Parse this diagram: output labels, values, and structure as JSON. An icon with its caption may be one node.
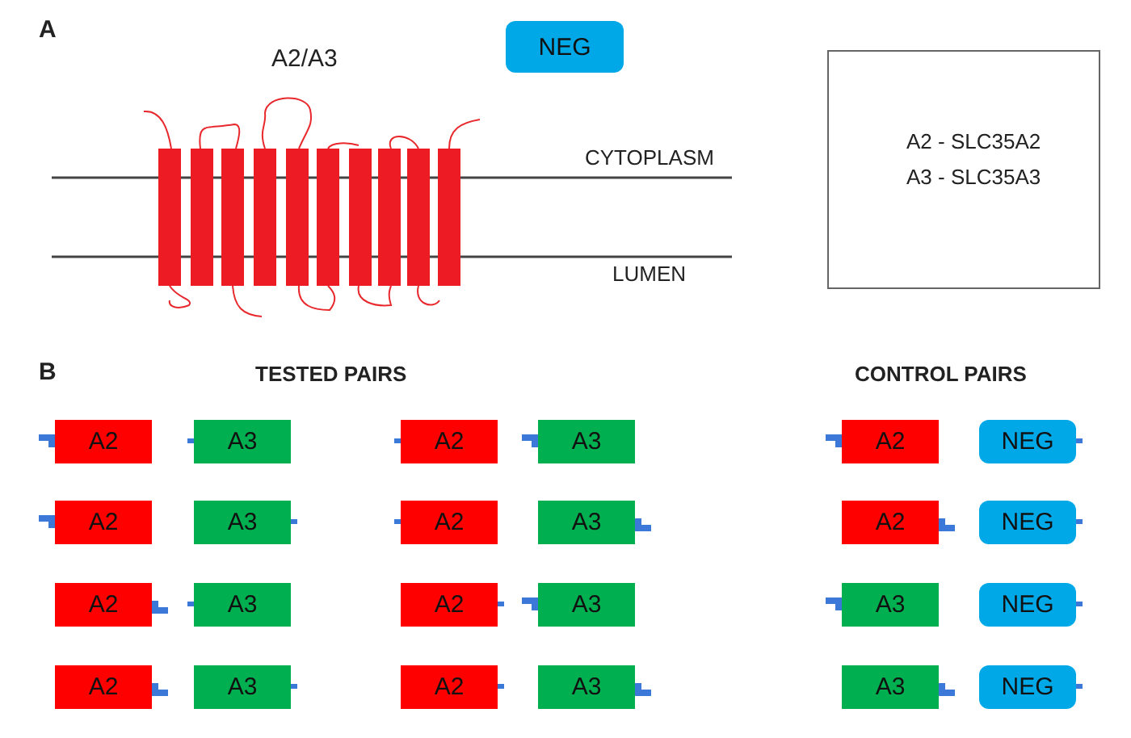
{
  "diagram": {
    "nodes": [
      {
        "text": [
          "NEG"
        ]
      },
      {
        "text": [
          "A2 - SLC35A2",
          "A3 - SLC35A3"
        ]
      },
      {
        "text": [
          "A2"
        ]
      },
      {
        "text": [
          "A3"
        ]
      },
      {
        "text": [
          "A2"
        ]
      },
      {
        "text": [
          "A3"
        ]
      },
      {
        "text": [
          "A2"
        ]
      },
      {
        "text": [
          "NEG"
        ]
      },
      {
        "text": [
          "A2"
        ]
      },
      {
        "text": [
          "A3"
        ]
      },
      {
        "text": [
          "A2"
        ]
      },
      {
        "text": [
          "A3"
        ]
      },
      {
        "text": [
          "A2"
        ]
      },
      {
        "text": [
          "NEG"
        ]
      },
      {
        "text": [
          "A2"
        ]
      },
      {
        "text": [
          "A3"
        ]
      },
      {
        "text": [
          "A2"
        ]
      },
      {
        "text": [
          "A3"
        ]
      },
      {
        "text": [
          "A3"
        ]
      },
      {
        "text": [
          "NEG"
        ]
      },
      {
        "text": [
          "A2"
        ]
      },
      {
        "text": [
          "A3"
        ]
      },
      {
        "text": [
          "A2"
        ]
      },
      {
        "text": [
          "A3"
        ]
      },
      {
        "text": [
          "A3"
        ]
      },
      {
        "text": [
          "NEG"
        ]
      }
    ],
    "labels": [
      "A",
      "A2/A3",
      "CYTOPLASM",
      "LUMEN",
      "B",
      "TESTED PAIRS",
      "CONTROL PAIRS"
    ]
  }
}
